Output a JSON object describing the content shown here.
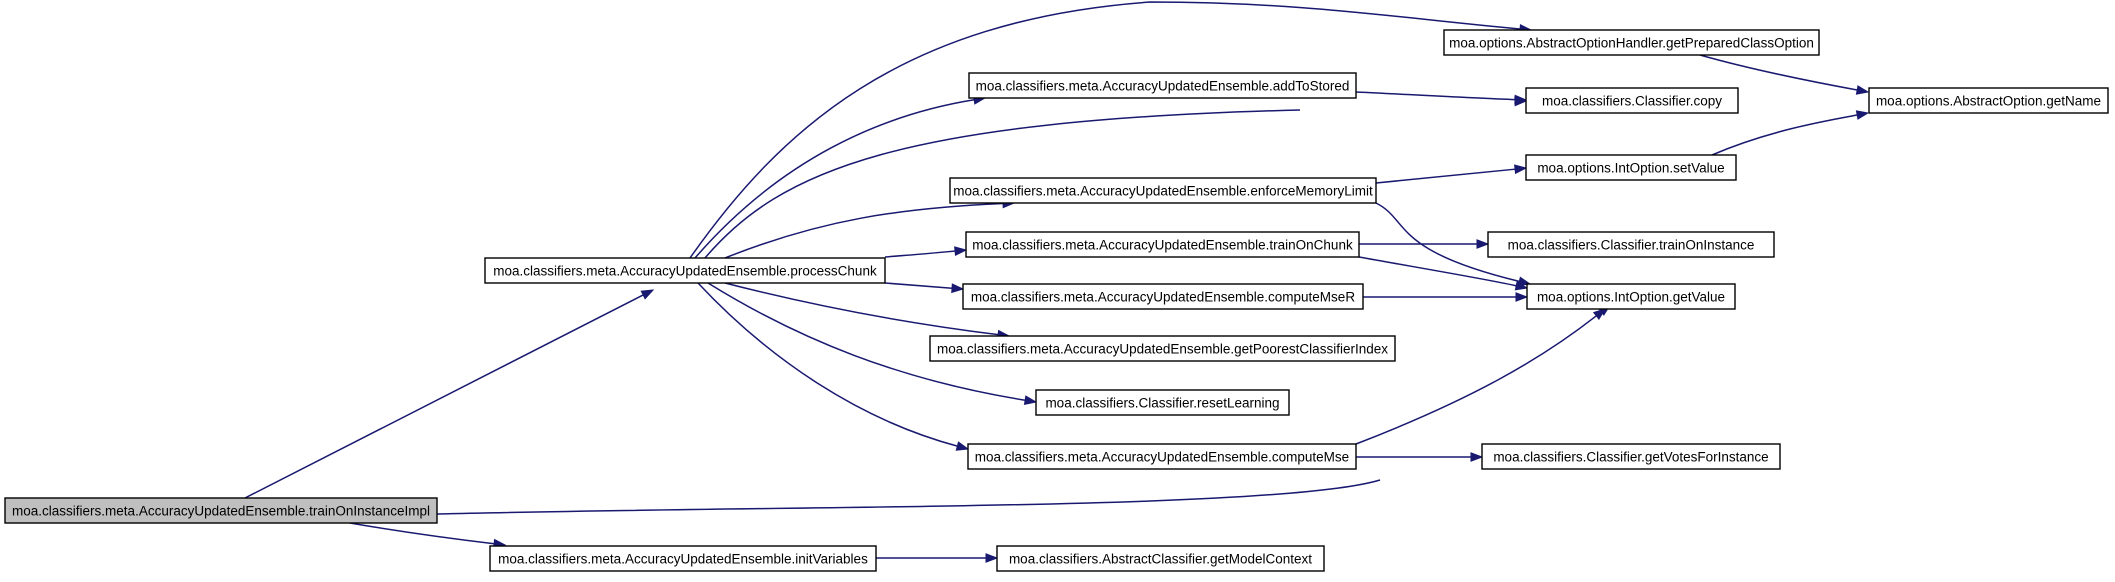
{
  "graph": {
    "colors": {
      "edge": "#191970",
      "node_fill": "#ffffff",
      "root_fill": "#bfbfbf",
      "border": "#000000"
    },
    "nodes": [
      {
        "id": "trainOnInstanceImpl",
        "label": "moa.classifiers.meta.AccuracyUpdatedEnsemble.trainOnInstanceImpl",
        "highlighted": true
      },
      {
        "id": "processChunk",
        "label": "moa.classifiers.meta.AccuracyUpdatedEnsemble.processChunk"
      },
      {
        "id": "initVariables",
        "label": "moa.classifiers.meta.AccuracyUpdatedEnsemble.initVariables"
      },
      {
        "id": "addToStored",
        "label": "moa.classifiers.meta.AccuracyUpdatedEnsemble.addToStored"
      },
      {
        "id": "enforceMemoryLimit",
        "label": "moa.classifiers.meta.AccuracyUpdatedEnsemble.enforceMemoryLimit"
      },
      {
        "id": "trainOnChunk",
        "label": "moa.classifiers.meta.AccuracyUpdatedEnsemble.trainOnChunk"
      },
      {
        "id": "computeMseR",
        "label": "moa.classifiers.meta.AccuracyUpdatedEnsemble.computeMseR"
      },
      {
        "id": "getPoorestClassifierIndex",
        "label": "moa.classifiers.meta.AccuracyUpdatedEnsemble.getPoorestClassifierIndex"
      },
      {
        "id": "resetLearning",
        "label": "moa.classifiers.Classifier.resetLearning"
      },
      {
        "id": "computeMse",
        "label": "moa.classifiers.meta.AccuracyUpdatedEnsemble.computeMse"
      },
      {
        "id": "getModelContext",
        "label": "moa.classifiers.AbstractClassifier.getModelContext"
      },
      {
        "id": "getPreparedClassOption",
        "label": "moa.options.AbstractOptionHandler.getPreparedClassOption"
      },
      {
        "id": "copy",
        "label": "moa.classifiers.Classifier.copy"
      },
      {
        "id": "setValue",
        "label": "moa.options.IntOption.setValue"
      },
      {
        "id": "trainOnInstance",
        "label": "moa.classifiers.Classifier.trainOnInstance"
      },
      {
        "id": "getValue",
        "label": "moa.options.IntOption.getValue"
      },
      {
        "id": "getVotesForInstance",
        "label": "moa.classifiers.Classifier.getVotesForInstance"
      },
      {
        "id": "getName",
        "label": "moa.options.AbstractOption.getName"
      }
    ],
    "edges": [
      {
        "from": "trainOnInstanceImpl",
        "to": "processChunk"
      },
      {
        "from": "trainOnInstanceImpl",
        "to": "getValue"
      },
      {
        "from": "trainOnInstanceImpl",
        "to": "initVariables"
      },
      {
        "from": "processChunk",
        "to": "getPreparedClassOption"
      },
      {
        "from": "processChunk",
        "to": "addToStored"
      },
      {
        "from": "processChunk",
        "to": "copy"
      },
      {
        "from": "processChunk",
        "to": "enforceMemoryLimit"
      },
      {
        "from": "processChunk",
        "to": "trainOnChunk"
      },
      {
        "from": "processChunk",
        "to": "computeMseR"
      },
      {
        "from": "processChunk",
        "to": "getPoorestClassifierIndex"
      },
      {
        "from": "processChunk",
        "to": "resetLearning"
      },
      {
        "from": "processChunk",
        "to": "computeMse"
      },
      {
        "from": "initVariables",
        "to": "getModelContext"
      },
      {
        "from": "addToStored",
        "to": "copy"
      },
      {
        "from": "enforceMemoryLimit",
        "to": "setValue"
      },
      {
        "from": "enforceMemoryLimit",
        "to": "getValue"
      },
      {
        "from": "trainOnChunk",
        "to": "trainOnInstance"
      },
      {
        "from": "trainOnChunk",
        "to": "getValue"
      },
      {
        "from": "computeMseR",
        "to": "getValue"
      },
      {
        "from": "computeMse",
        "to": "getValue"
      },
      {
        "from": "computeMse",
        "to": "getVotesForInstance"
      },
      {
        "from": "getPreparedClassOption",
        "to": "getName"
      },
      {
        "from": "setValue",
        "to": "getName"
      }
    ]
  }
}
